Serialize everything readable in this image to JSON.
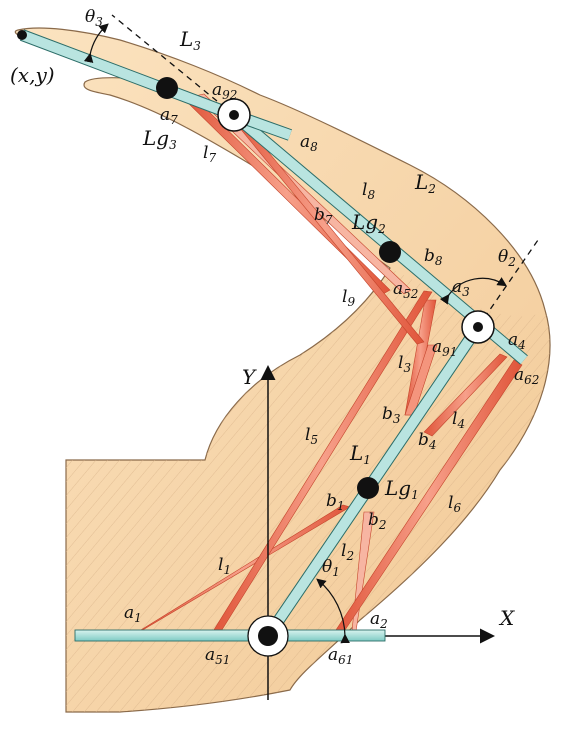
{
  "diagram": {
    "end_effector": "(x,y)",
    "segments": {
      "L1": "L",
      "L1s": "1",
      "L2": "L",
      "L2s": "2",
      "L3": "L",
      "L3s": "3"
    },
    "cogs": {
      "g1": "Lg",
      "g1s": "1",
      "g2": "Lg",
      "g2s": "2",
      "g3": "Lg",
      "g3s": "3"
    },
    "angles": {
      "t1": "θ",
      "t1s": "1",
      "t2": "θ",
      "t2s": "2",
      "t3": "θ",
      "t3s": "3"
    },
    "axes": {
      "x": "X",
      "y": "Y"
    },
    "muscles": {
      "l1": [
        "l",
        "1"
      ],
      "l2": [
        "l",
        "2"
      ],
      "l3": [
        "l",
        "3"
      ],
      "l4": [
        "l",
        "4"
      ],
      "l5": [
        "l",
        "5"
      ],
      "l6": [
        "l",
        "6"
      ],
      "l7": [
        "l",
        "7"
      ],
      "l8": [
        "l",
        "8"
      ],
      "l9": [
        "l",
        "9"
      ]
    },
    "points": {
      "a1": [
        "a",
        "1"
      ],
      "a2": [
        "a",
        "2"
      ],
      "a3": [
        "a",
        "3"
      ],
      "a4": [
        "a",
        "4"
      ],
      "a51": [
        "a",
        "51"
      ],
      "a52": [
        "a",
        "52"
      ],
      "a61": [
        "a",
        "61"
      ],
      "a62": [
        "a",
        "62"
      ],
      "a7": [
        "a",
        "7"
      ],
      "a8": [
        "a",
        "8"
      ],
      "a91": [
        "a",
        "91"
      ],
      "a92": [
        "a",
        "92"
      ],
      "b1": [
        "b",
        "1"
      ],
      "b2": [
        "b",
        "2"
      ],
      "b3": [
        "b",
        "3"
      ],
      "b4": [
        "b",
        "4"
      ],
      "b7": [
        "b",
        "7"
      ],
      "b8": [
        "b",
        "8"
      ]
    },
    "colors": {
      "skin": "#f6d6a8",
      "skin_edge": "#8a6a4a",
      "link": "#b9e4e0",
      "muscle": "#ef7d63",
      "muscle_light": "#f7b5a2"
    }
  }
}
